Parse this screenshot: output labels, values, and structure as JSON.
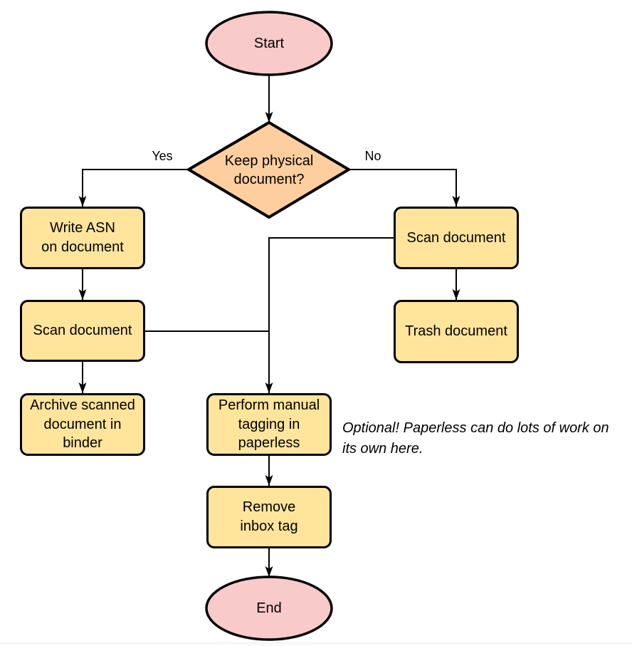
{
  "flowchart": {
    "start_label": "Start",
    "end_label": "End",
    "decision_label": "Keep physical\ndocument?",
    "branch_yes_label": "Yes",
    "branch_no_label": "No",
    "process_write_asn": "Write ASN\non document",
    "process_scan_left": "Scan document",
    "process_archive": "Archive scanned\ndocument in\nbinder",
    "process_scan_right": "Scan document",
    "process_trash": "Trash document",
    "process_tagging": "Perform manual\ntagging in\npaperless",
    "process_remove_inbox": "Remove\ninbox tag",
    "note": "Optional! Paperless can do lots of work on\nits own here.",
    "colors": {
      "terminal_fill": "#f9caca",
      "decision_fill": "#ffce9e",
      "process_fill": "#ffe49c",
      "edge_stroke": "#000000"
    }
  }
}
